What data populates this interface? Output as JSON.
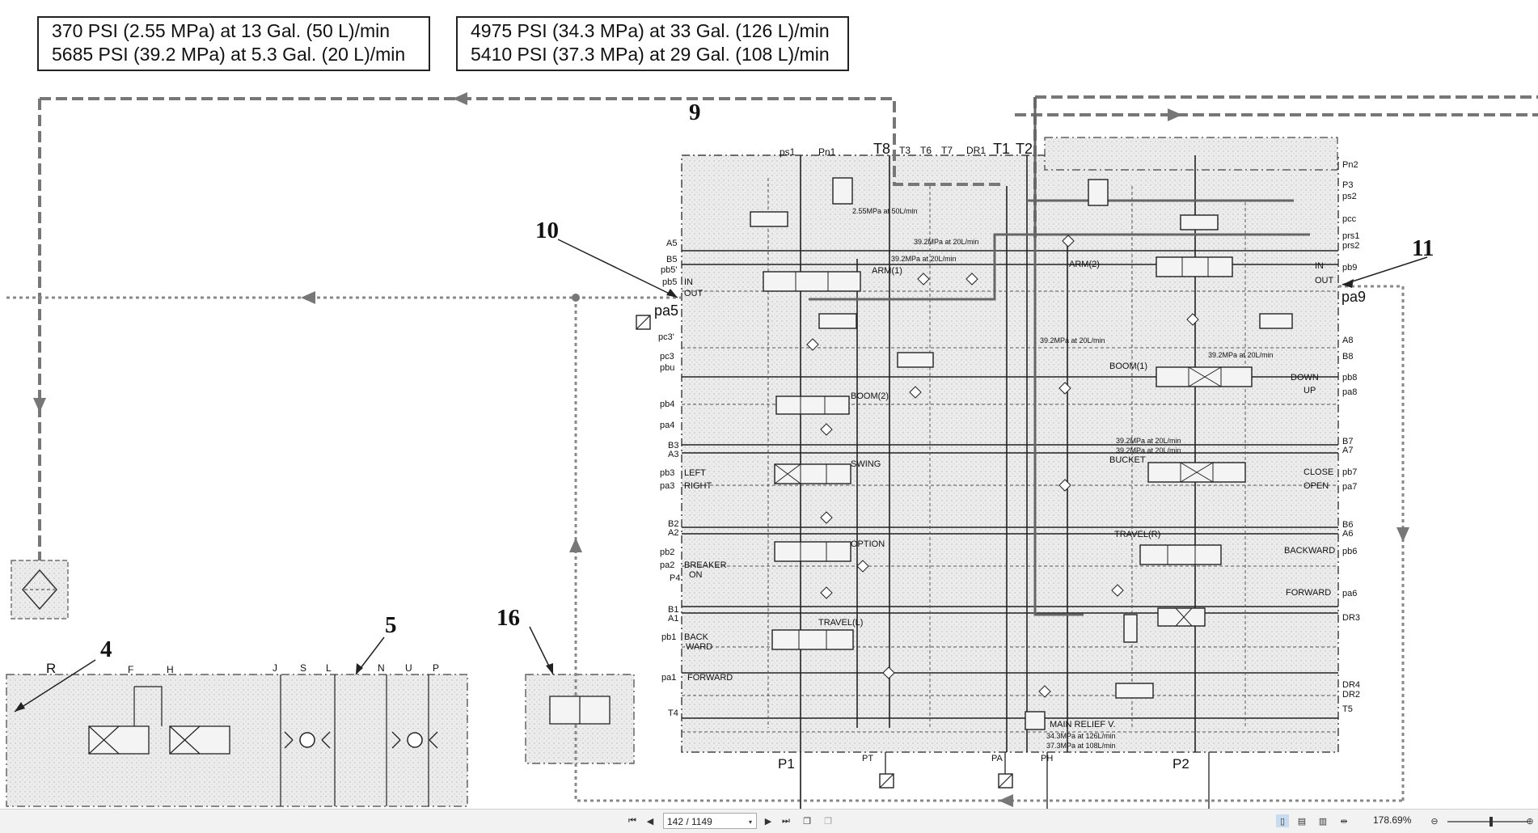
{
  "spec_boxes": [
    {
      "lines": [
        "370 PSI (2.55 MPa) at 13 Gal. (50 L)/min",
        "5685 PSI (39.2 MPa) at 5.3 Gal. (20 L)/min"
      ]
    },
    {
      "lines": [
        "4975 PSI (34.3 MPa) at 33 Gal. (126 L)/min",
        "5410 PSI (37.3 MPa) at 29 Gal. (108 L)/min"
      ]
    }
  ],
  "callouts": {
    "c9": "9",
    "c10": "10",
    "c11": "11",
    "c5": "5",
    "c4": "4",
    "c16": "16"
  },
  "top_ports": {
    "ps1": "ps1",
    "pn1": "Pn1",
    "t8": "T8",
    "t3": "T3",
    "t6": "T6",
    "t7": "T7",
    "dr1": "DR1",
    "t1": "T1",
    "t2": "T2"
  },
  "left_ports": {
    "a5": "A5",
    "b5": "B5",
    "pb5p": "pb5'",
    "pb5": "pb5",
    "in": "IN",
    "out": "OUT",
    "pa5": "pa5",
    "pc3p": "pc3'",
    "pc3": "pc3",
    "pbu": "pbu",
    "pb4": "pb4",
    "pa4": "pa4",
    "b3": "B3",
    "a3": "A3",
    "pb3": "pb3",
    "left": "LEFT",
    "pa3": "pa3",
    "right": "RIGHT",
    "b2": "B2",
    "a2": "A2",
    "pb2": "pb2",
    "pa2": "pa2",
    "breaker": "BREAKER",
    "on": "ON",
    "p4": "P4",
    "b1": "B1",
    "a1": "A1",
    "pb1": "pb1",
    "back": "BACK",
    "ward": "WARD",
    "pa1": "pa1",
    "forward": "FORWARD",
    "t4": "T4"
  },
  "right_ports": {
    "pn2": "Pn2",
    "p3": "P3",
    "ps2": "ps2",
    "pcc": "pcc",
    "prs1": "prs1",
    "prs2": "prs2",
    "in": "IN",
    "pb9": "pb9",
    "out": "OUT",
    "pa9": "pa9",
    "a8": "A8",
    "b8": "B8",
    "pb8": "pb8",
    "down": "DOWN",
    "up": "UP",
    "pa8": "pa8",
    "b7": "B7",
    "a7": "A7",
    "pb7": "pb7",
    "close": "CLOSE",
    "open": "OPEN",
    "pa7": "pa7",
    "b6": "B6",
    "a6": "A6",
    "pb6": "pb6",
    "backward": "BACKWARD",
    "forward": "FORWARD",
    "pa6": "pa6",
    "dr3": "DR3",
    "dr4": "DR4",
    "dr2": "DR2",
    "t5": "T5"
  },
  "section_labels": {
    "arm1": "ARM(1)",
    "arm2": "ARM(2)",
    "boom2": "BOOM(2)",
    "boom1": "BOOM(1)",
    "swing": "SWING",
    "bucket": "BUCKET",
    "option": "OPTION",
    "travel_r": "TRAVEL(R)",
    "travel_l": "TRAVEL(L)",
    "main_relief": "MAIN RELIEF V."
  },
  "small_specs": {
    "s1": "2.55MPa at 50L/min",
    "s2": "39.2MPa at 20L/min",
    "s3": "39.2MPa at 20L/min",
    "s4": "39.2MPa at 20L/min",
    "s5": "39.2MPa at 20L/min",
    "s6": "39.2MPa at 20L/min",
    "s7": "39.2MPa at 20L/min",
    "s8": "34.3MPa at 126L/min",
    "s9": "37.3MPa at 108L/min"
  },
  "bottom_ports": {
    "p1": "P1",
    "pt": "PT",
    "pa": "PA",
    "ph": "PH",
    "p2": "P2"
  },
  "left_block_ports": {
    "r": "R",
    "f": "F",
    "h": "H",
    "j": "J",
    "s": "S",
    "l": "L",
    "n": "N",
    "u": "U",
    "p": "P"
  },
  "toolbar": {
    "page": "142 / 1149",
    "zoom": "178.69%"
  }
}
